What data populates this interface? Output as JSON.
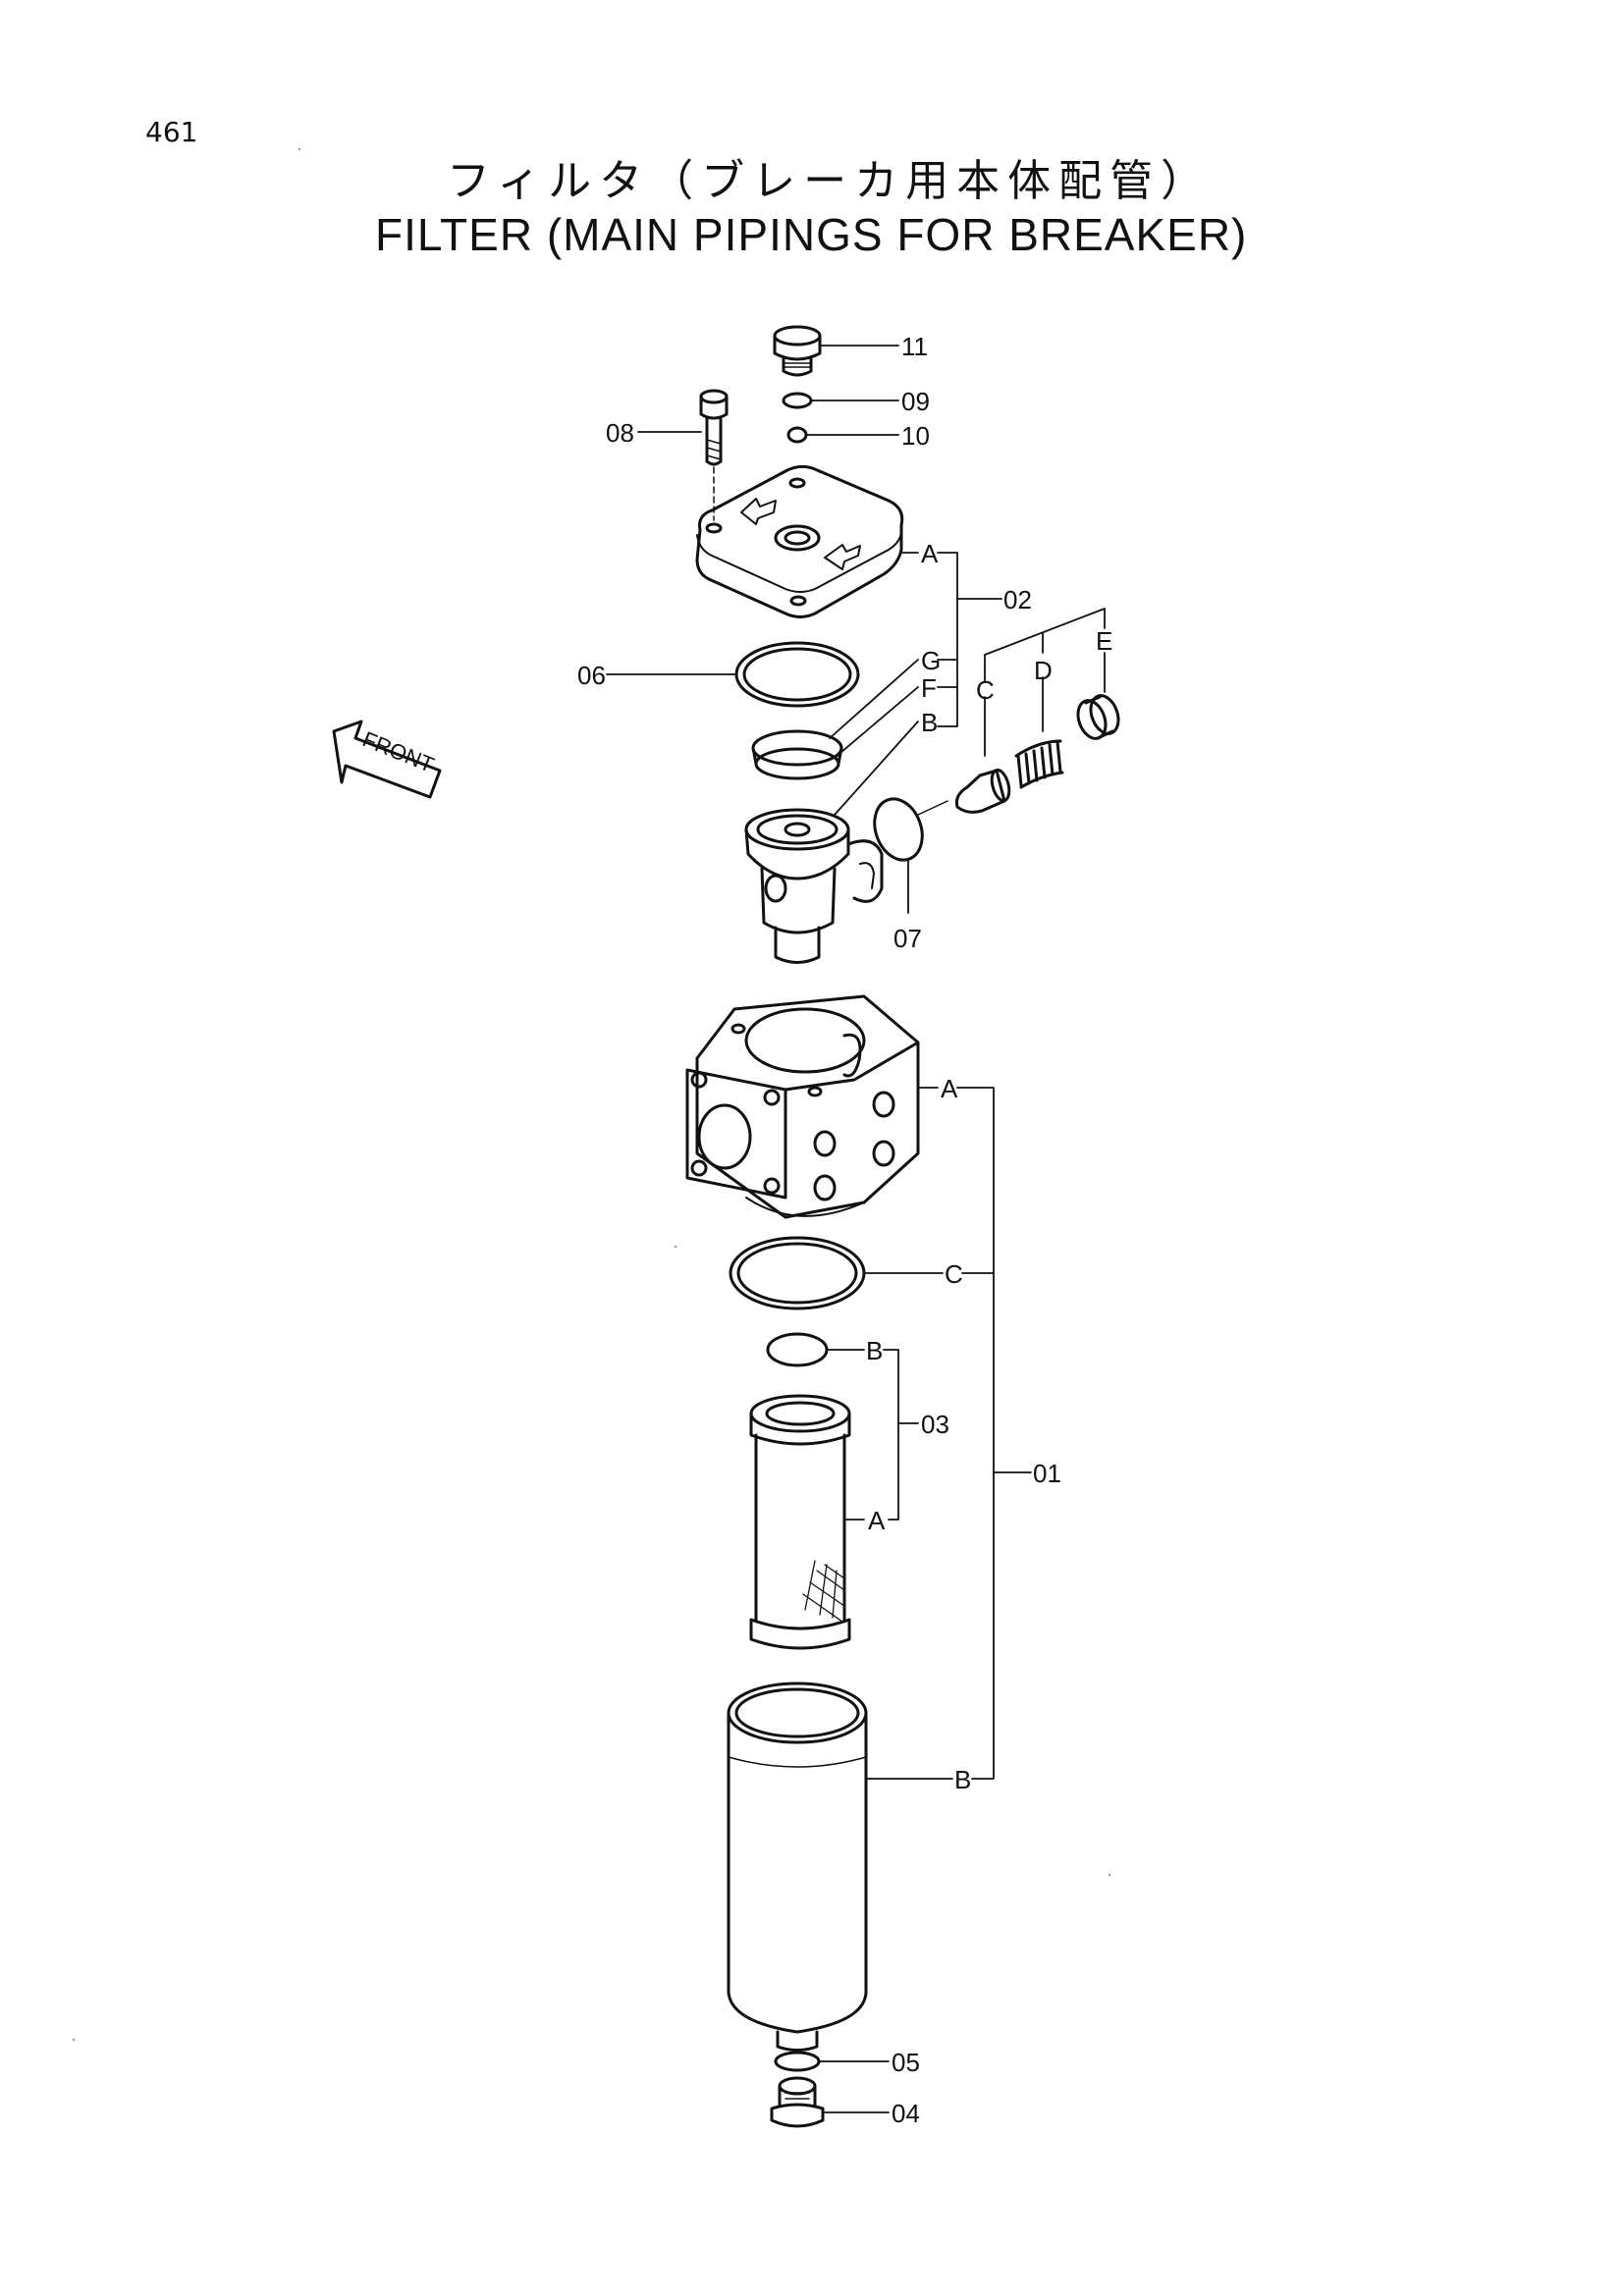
{
  "page": {
    "number": "461"
  },
  "title": {
    "jp": "フィルタ（ブレーカ用本体配管）",
    "en": "FILTER (MAIN PIPINGS FOR BREAKER)"
  },
  "direction_marker": {
    "label": "FRONT"
  },
  "callouts": {
    "c01": "01",
    "c02": "02",
    "c03": "03",
    "c04": "04",
    "c05": "05",
    "c06": "06",
    "c07": "07",
    "c08": "08",
    "c09": "09",
    "c10": "10",
    "c11": "11"
  },
  "sublabels": {
    "cover_A": "A",
    "valve_G": "G",
    "valve_F": "F",
    "valve_B": "B",
    "valve_C": "C",
    "valve_D": "D",
    "valve_E": "E",
    "head_A": "A",
    "oring_C": "C",
    "bowl_B": "B",
    "element_B": "B",
    "element_A": "A"
  }
}
